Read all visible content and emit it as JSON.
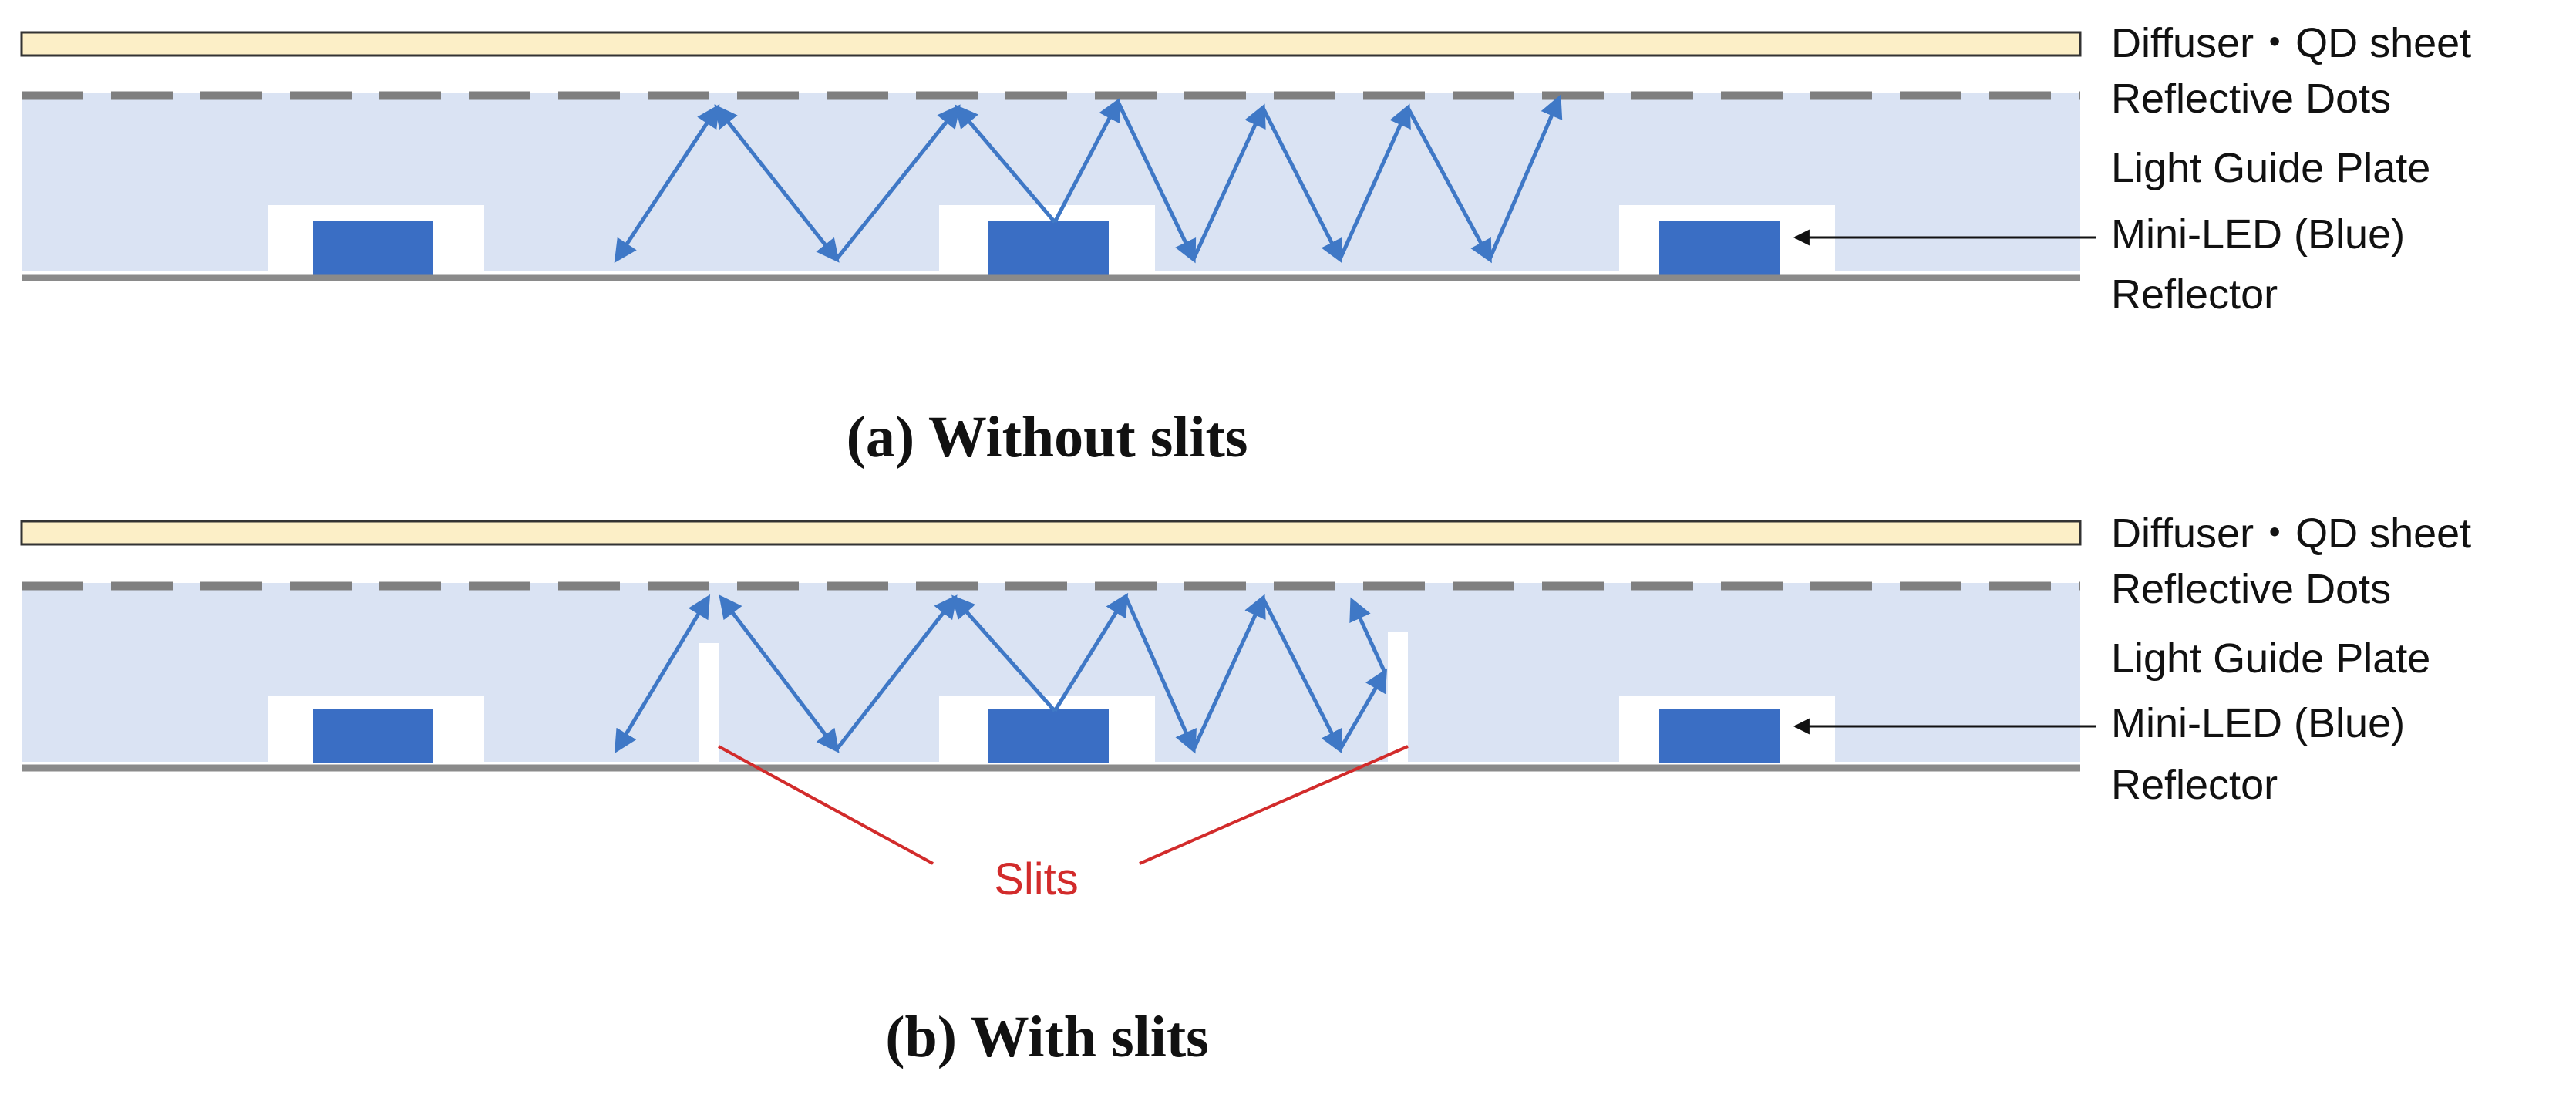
{
  "colors": {
    "diffuser_fill": "#fcefc7",
    "diffuser_stroke": "#333333",
    "dots": "#7f7f7f",
    "light_guide": "#dae3f3",
    "led": "#3a6ec4",
    "ray": "#3f78c6",
    "reflector": "#8a8a8a",
    "slit_callout": "#d22b2b"
  },
  "layer_labels": {
    "diffuser": "Diffuser・QD sheet",
    "dots": "Reflective Dots",
    "light_guide": "Light Guide Plate",
    "mini_led": "Mini-LED (Blue)",
    "reflector": "Reflector"
  },
  "panel_a": {
    "caption": "(a) Without slits"
  },
  "panel_b": {
    "caption": "(b) With slits",
    "slits_label": "Slits"
  }
}
